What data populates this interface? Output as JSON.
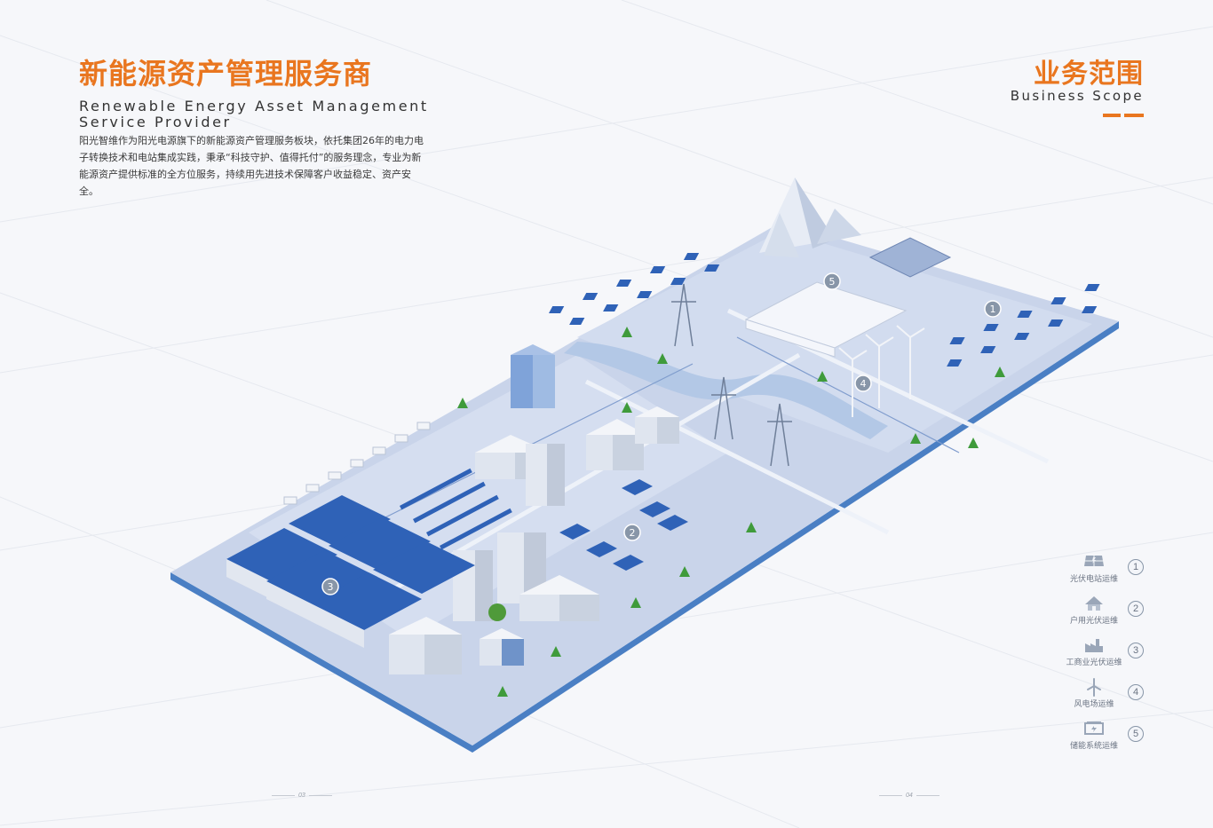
{
  "left": {
    "title_cn": "新能源资产管理服务商",
    "title_en": "Renewable Energy Asset Management Service Provider",
    "intro": "阳光智维作为阳光电源旗下的新能源资产管理服务板块，依托集团26年的电力电子转换技术和电站集成实践，秉承“科技守护、值得托付”的服务理念，专业为新能源资产提供标准的全方位服务，持续用先进技术保障客户收益稳定、资产安全。"
  },
  "right": {
    "title_cn": "业务范围",
    "title_en": "Business Scope"
  },
  "scene": {
    "markers": [
      "1",
      "2",
      "3",
      "4",
      "5"
    ]
  },
  "legend": [
    {
      "num": "1",
      "label": "光伏电站运维",
      "icon": "pv-station-icon"
    },
    {
      "num": "2",
      "label": "户用光伏运维",
      "icon": "house-pv-icon"
    },
    {
      "num": "3",
      "label": "工商业光伏运维",
      "icon": "factory-icon"
    },
    {
      "num": "4",
      "label": "风电场运维",
      "icon": "wind-turbine-icon"
    },
    {
      "num": "5",
      "label": "储能系统运维",
      "icon": "storage-icon"
    }
  ],
  "pages": {
    "left": "03",
    "right": "04"
  },
  "colors": {
    "accent": "#e9761f",
    "platform": "#c7d3ea",
    "panel": "#2f62b7"
  }
}
